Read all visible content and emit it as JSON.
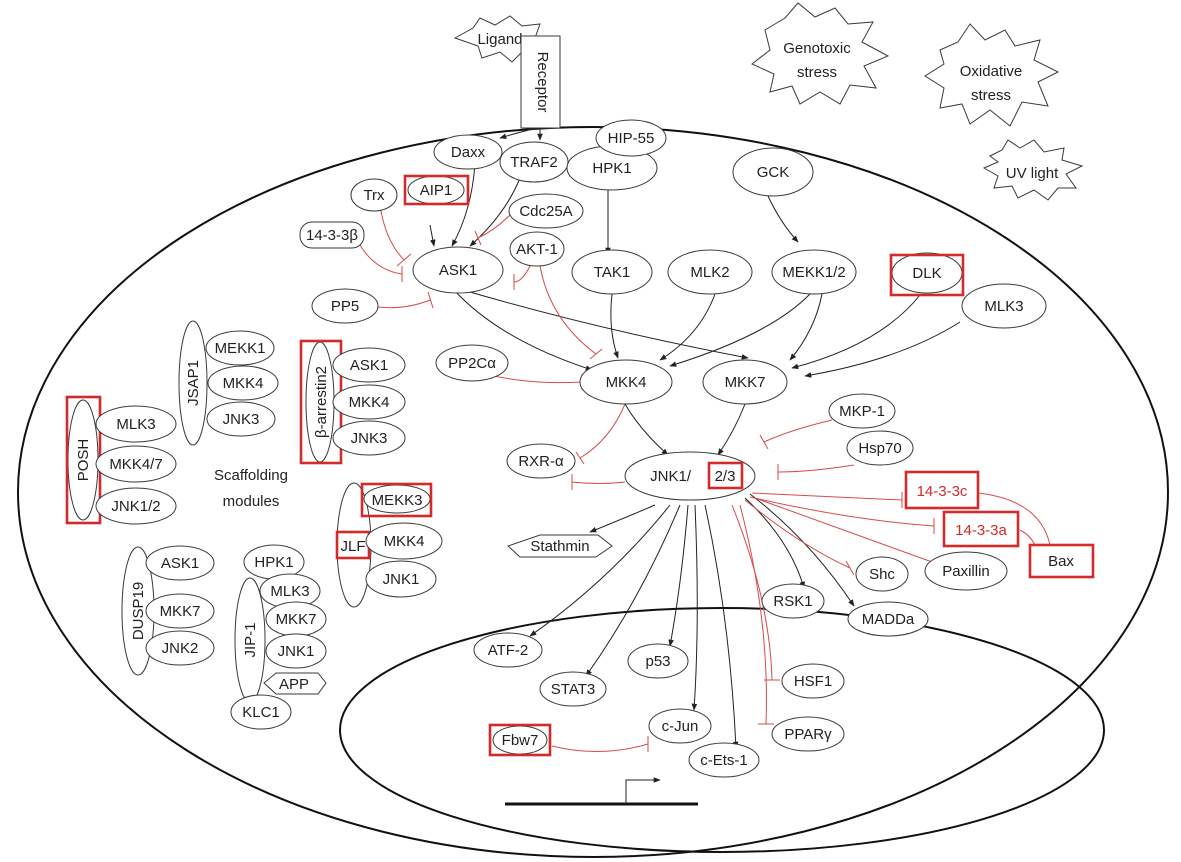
{
  "external": {
    "ligand": "Ligand",
    "receptor": "Receptor",
    "genotoxic_1": "Genotoxic",
    "genotoxic_2": "stress",
    "oxidative_1": "Oxidative",
    "oxidative_2": "stress",
    "uv": "UV light"
  },
  "nodes": {
    "daxx": "Daxx",
    "traf2": "TRAF2",
    "hip55": "HIP-55",
    "hpk1": "HPK1",
    "gck": "GCK",
    "trx": "Trx",
    "aip1": "AIP1",
    "cdc25a": "Cdc25A",
    "p14_3_3b": "14-3-3β",
    "ask1": "ASK1",
    "akt1": "AKT-1",
    "tak1": "TAK1",
    "mlk2": "MLK2",
    "mekk12": "MEKK1/2",
    "dlk": "DLK",
    "mlk3": "MLK3",
    "pp5": "PP5",
    "pp2ca": "PP2Cα",
    "mkk4": "MKK4",
    "mkk7": "MKK7",
    "mkp1": "MKP-1",
    "hsp70": "Hsp70",
    "rxra": "RXR-α",
    "jnk_main": "JNK1/",
    "jnk_main_hl": "2/3",
    "p14_3_3c": "14-3-3c",
    "p14_3_3a": "14-3-3a",
    "bax": "Bax",
    "stathmin": "Stathmin",
    "shc": "Shc",
    "paxillin": "Paxillin",
    "rsk1": "RSK1",
    "madda": "MADDa",
    "atf2": "ATF-2",
    "stat3": "STAT3",
    "p53": "p53",
    "cjun": "c-Jun",
    "cets1": "c-Ets-1",
    "hsf1": "HSF1",
    "pparg": "PPARγ",
    "fbw7": "Fbw7"
  },
  "scaffolds": {
    "caption_1": "Scaffolding",
    "caption_2": "modules",
    "jsap1": {
      "name": "JSAP1",
      "items": [
        "MEKK1",
        "MKK4",
        "JNK3"
      ]
    },
    "barrestin2": {
      "name": "β-arrestin2",
      "items": [
        "ASK1",
        "MKK4",
        "JNK3"
      ]
    },
    "posh": {
      "name": "POSH",
      "items": [
        "MLK3",
        "MKK4/7",
        "JNK1/2"
      ]
    },
    "jlp": {
      "name": "JLF",
      "items": [
        "MEKK3",
        "MKK4",
        "JNK1"
      ]
    },
    "dusp19": {
      "name": "DUSP19",
      "items": [
        "ASK1",
        "MKK7",
        "JNK2"
      ]
    },
    "jip1": {
      "name": "JIP-1",
      "items": [
        "HPK1",
        "MLK3",
        "MKK7",
        "JNK1",
        "APP",
        "KLC1"
      ]
    }
  },
  "colors": {
    "highlight": "#d42a2a",
    "inhibition": "#d94b4b",
    "activation": "#222222"
  }
}
